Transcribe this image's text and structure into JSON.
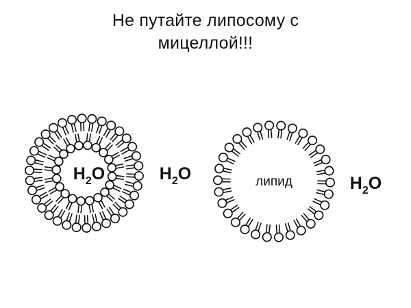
{
  "title": {
    "line1": "Не путайте липосому с",
    "line2": "мицеллой!!!"
  },
  "liposome": {
    "inner_formula": {
      "base": "H",
      "sub": "2",
      "tail": "O"
    },
    "outer_formula": {
      "base": "H",
      "sub": "2",
      "tail": "O"
    }
  },
  "micelle": {
    "core_label": "липид",
    "outer_formula": {
      "base": "H",
      "sub": "2",
      "tail": "O"
    }
  },
  "colors": {
    "ink": "#111111",
    "background": "#ffffff"
  }
}
